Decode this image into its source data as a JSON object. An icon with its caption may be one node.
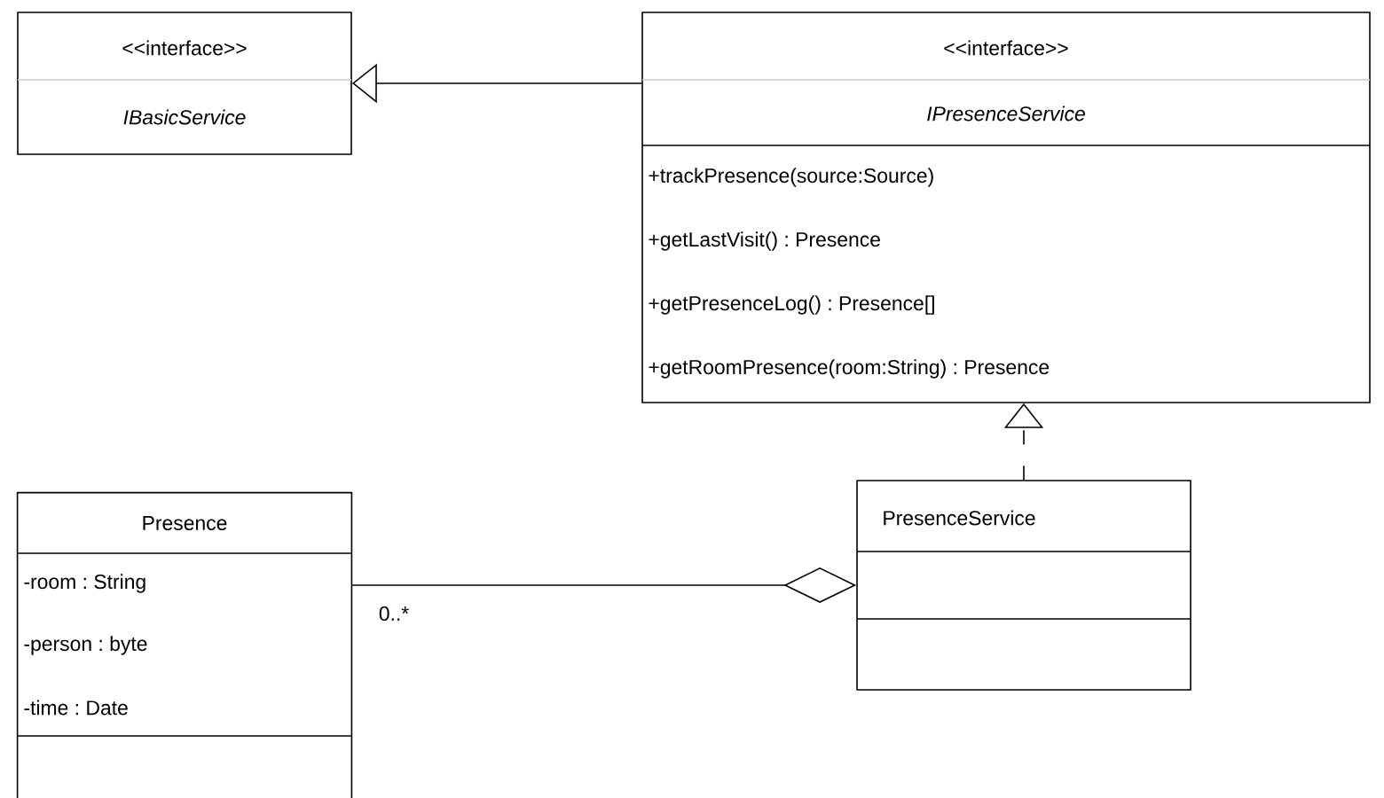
{
  "diagram": {
    "nodes": [
      {
        "text": [
          "<<interface>>",
          "IBasicService"
        ]
      },
      {
        "text": [
          "<<interface>>",
          "IPresenceService",
          "+trackPresence(source:Source)",
          "+getLastVisit() : Presence",
          "+getPresenceLog() : Presence[]",
          "+getRoomPresence(room:String) : Presence"
        ]
      },
      {
        "text": [
          "Presence",
          "-room : String",
          "-person : byte",
          "-time : Date"
        ]
      },
      {
        "text": [
          "PresenceService"
        ]
      }
    ],
    "edges": [
      {
        "from": 1,
        "to": 0,
        "arrow": "to"
      },
      {
        "from": 3,
        "to": 1,
        "arrow": "to",
        "style": "dashed"
      },
      {
        "from": 2,
        "to": 3,
        "arrow": "other",
        "label": "0..*"
      }
    ]
  }
}
